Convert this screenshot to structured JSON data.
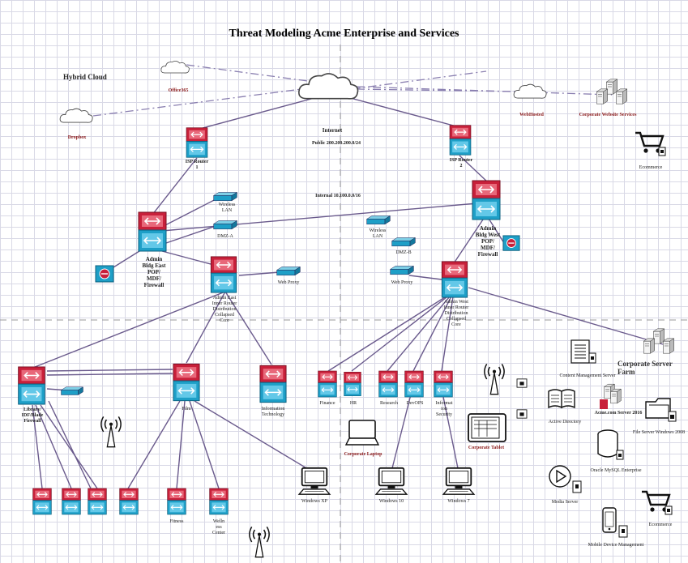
{
  "title": "Threat Modeling Acme Enterprise and Services",
  "colors": {
    "router_red": "#c8203a",
    "router_teal": "#1e9fc7",
    "link": "#6a5a8c",
    "vpn": "#8a7fb0"
  },
  "clouds": {
    "hybrid": "Hybrid Cloud",
    "office": "Office365",
    "dropbox": "Dropbox",
    "webhosted": "WebHosted",
    "corp_web": "Corporate Website Services"
  },
  "internet": {
    "label": "Internet",
    "public": "Public 200.200.200.0/24"
  },
  "internal": "Internal 10.100.0.0/16",
  "isp1": "ISP Router\n1",
  "isp2": "ISP Router\n2",
  "ecommerce_top": "Ecommerce",
  "admin_east": "Admin\nBldg East\nPOP/\nMDF/\nFirewall",
  "admin_west": "Admin\nBldg West\nPOP/\nMDF/\nFirewall",
  "wlan_e": "Wireless\nLAN",
  "wlan_w": "Wireless\nLAN",
  "dmza": "DMZ-A",
  "dmzb": "DMZ-B",
  "proxy_e": "Web Proxy",
  "proxy_w": "Web Proxy",
  "core_e": "Admin East\nInner Router\nDistribution\nCollapsed\nCore",
  "core_w": "Admin West\nInner Router\nDistribution\nCollapsed\nCore",
  "library": "Library/\nIDF/Blade\nFirewall",
  "film": "Film",
  "it": "Information\nTechnology",
  "finance": "Finance",
  "hr": "HR",
  "research": "Research",
  "devops": "DevOPS",
  "infosec": "Informat\nion\nSecurity",
  "fitness": "Fitness",
  "wellness": "Welln\ness\nCenter",
  "winxp": "Windows XP",
  "win10": "Windows 10",
  "win7": "Windows 7",
  "laptop": "Corporate Laptop",
  "tablet": "Corporate Tablet",
  "farm": "Corporate Server Farm",
  "cms": "Content Management Server",
  "ad": "Active Directory",
  "acme": "Acme.com Server 2016",
  "fileserver": "File Server Windows 2008",
  "mysql": "Oracle MySQL Enterprise",
  "media": "Media Server",
  "ecommerce_bottom": "Ecommerce",
  "mdm": "Mobile Device Management"
}
